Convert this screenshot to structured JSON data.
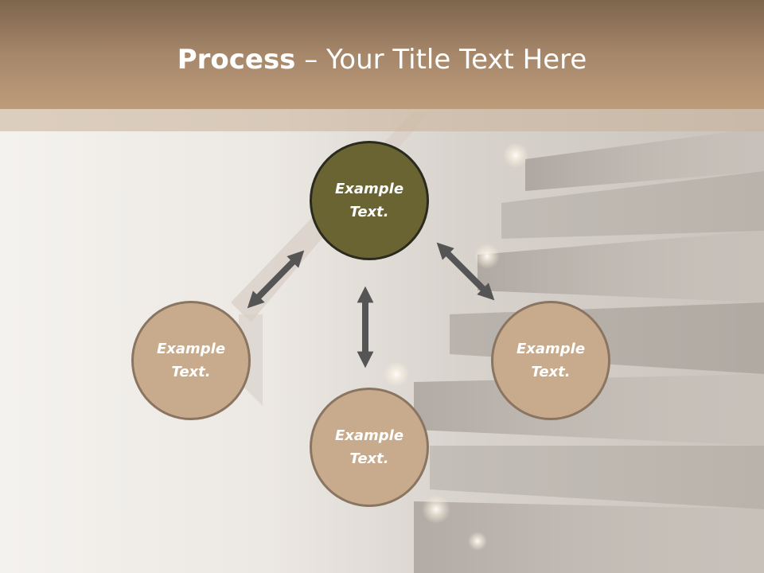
{
  "slide": {
    "title_bold": "Process",
    "title_rest": " – Your Title Text Here"
  },
  "nodes": {
    "top": {
      "label": "Example\nText."
    },
    "left": {
      "label": "Example\nText."
    },
    "right": {
      "label": "Example\nText."
    },
    "bottom": {
      "label": "Example\nText."
    }
  },
  "colors": {
    "header": "#a6876a",
    "center_circle": "#6a6433",
    "outer_circle": "#c8ab8c",
    "arrow": "#555555"
  },
  "icons": [
    "double-arrow-icon"
  ]
}
